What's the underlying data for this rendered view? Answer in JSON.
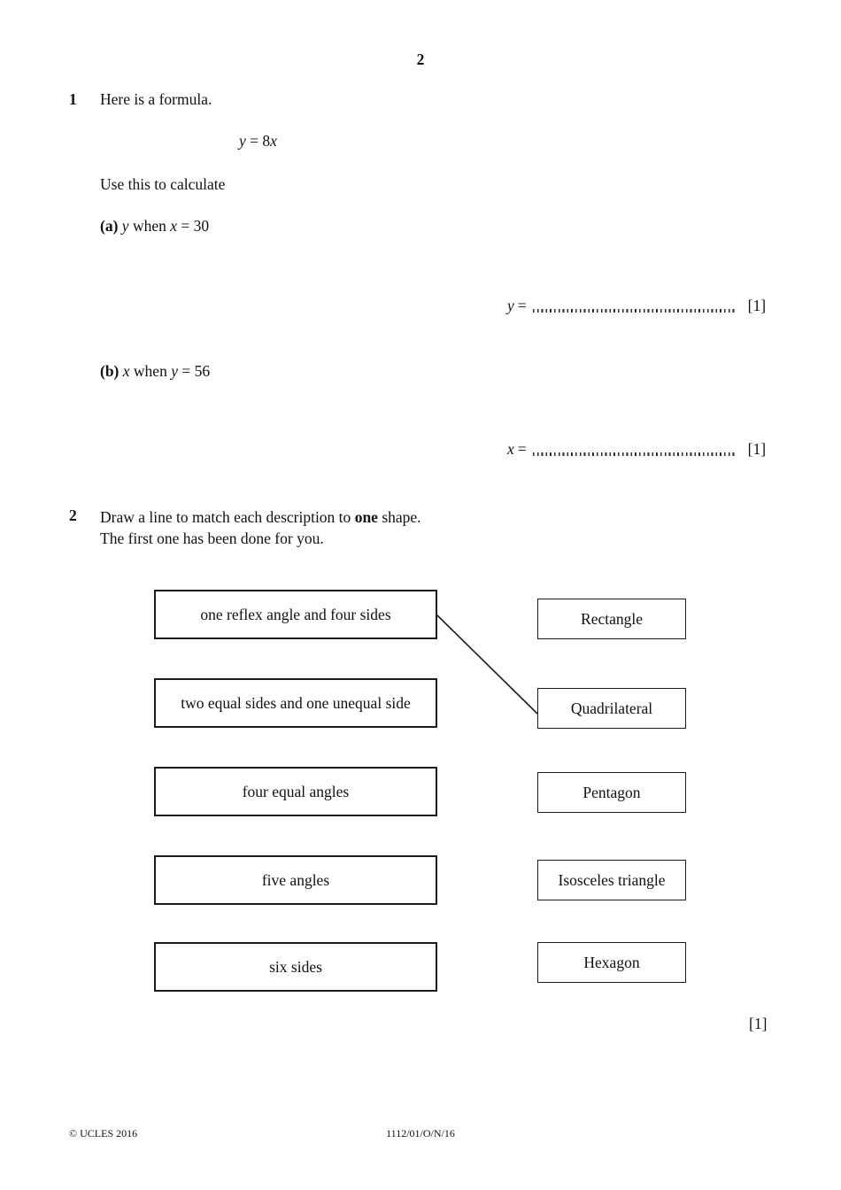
{
  "page": {
    "number": "2",
    "footer_copyright": "© UCLES 2016",
    "footer_code": "1112/01/O/N/16"
  },
  "q1": {
    "number": "1",
    "intro": "Here is a formula.",
    "formula": {
      "lhs": "y",
      "mid": "= 8",
      "rhs": "x"
    },
    "use_text": "Use this to calculate",
    "part_a": {
      "label": "(a)",
      "var1": "y",
      "mid": "when",
      "var2": "x",
      "tail": "= 30"
    },
    "part_b": {
      "label": "(b)",
      "var1": "x",
      "mid": "when",
      "var2": "y",
      "tail": "= 56"
    },
    "answer_a": {
      "var": "y",
      "eq": "=",
      "mark": "[1]"
    },
    "answer_b": {
      "var": "x",
      "eq": "=",
      "mark": "[1]"
    }
  },
  "q2": {
    "number": "2",
    "line1_pre": "Draw a line to match each description to",
    "line1_bold": "one",
    "line1_post": "shape.",
    "line2": "The first one has been done for you.",
    "mark": "[1]",
    "match": {
      "left_items": [
        "one reflex angle and four sides",
        "two equal sides and one unequal side",
        "four equal angles",
        "five angles",
        "six sides"
      ],
      "right_items": [
        "Rectangle",
        "Quadrilateral",
        "Pentagon",
        "Isosceles triangle",
        "Hexagon"
      ],
      "example_connection": {
        "from": "one reflex angle and four sides",
        "to": "Quadrilateral"
      }
    }
  }
}
